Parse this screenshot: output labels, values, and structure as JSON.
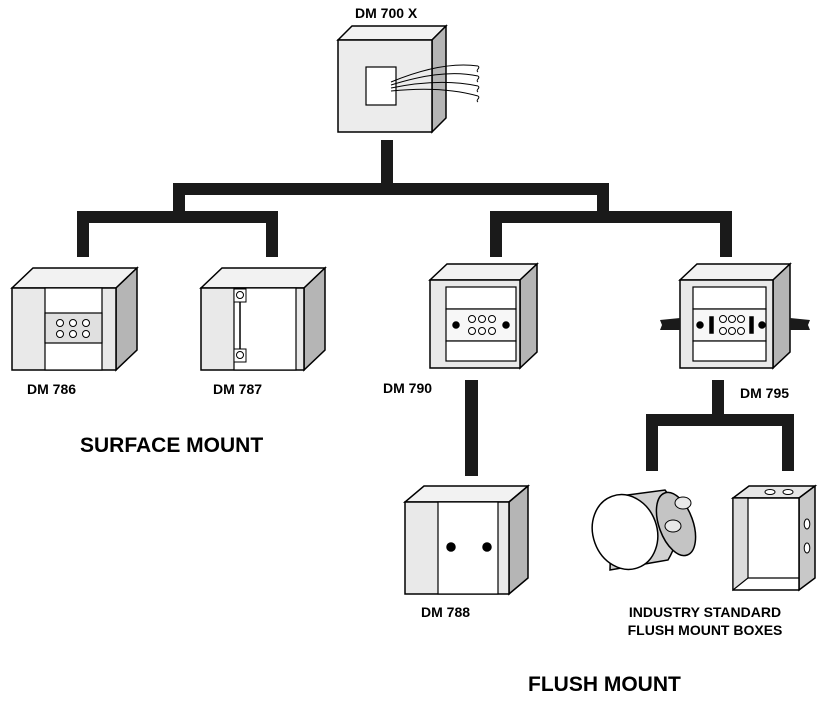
{
  "labels": {
    "main_unit": "DM 700 X",
    "dm786": "DM 786",
    "dm787": "DM 787",
    "dm790": "DM 790",
    "dm795": "DM 795",
    "dm788": "DM 788",
    "surface_mount": "SURFACE MOUNT",
    "flush_mount": "FLUSH MOUNT",
    "industry_line1": "INDUSTRY STANDARD",
    "industry_line2": "FLUSH MOUNT BOXES"
  }
}
